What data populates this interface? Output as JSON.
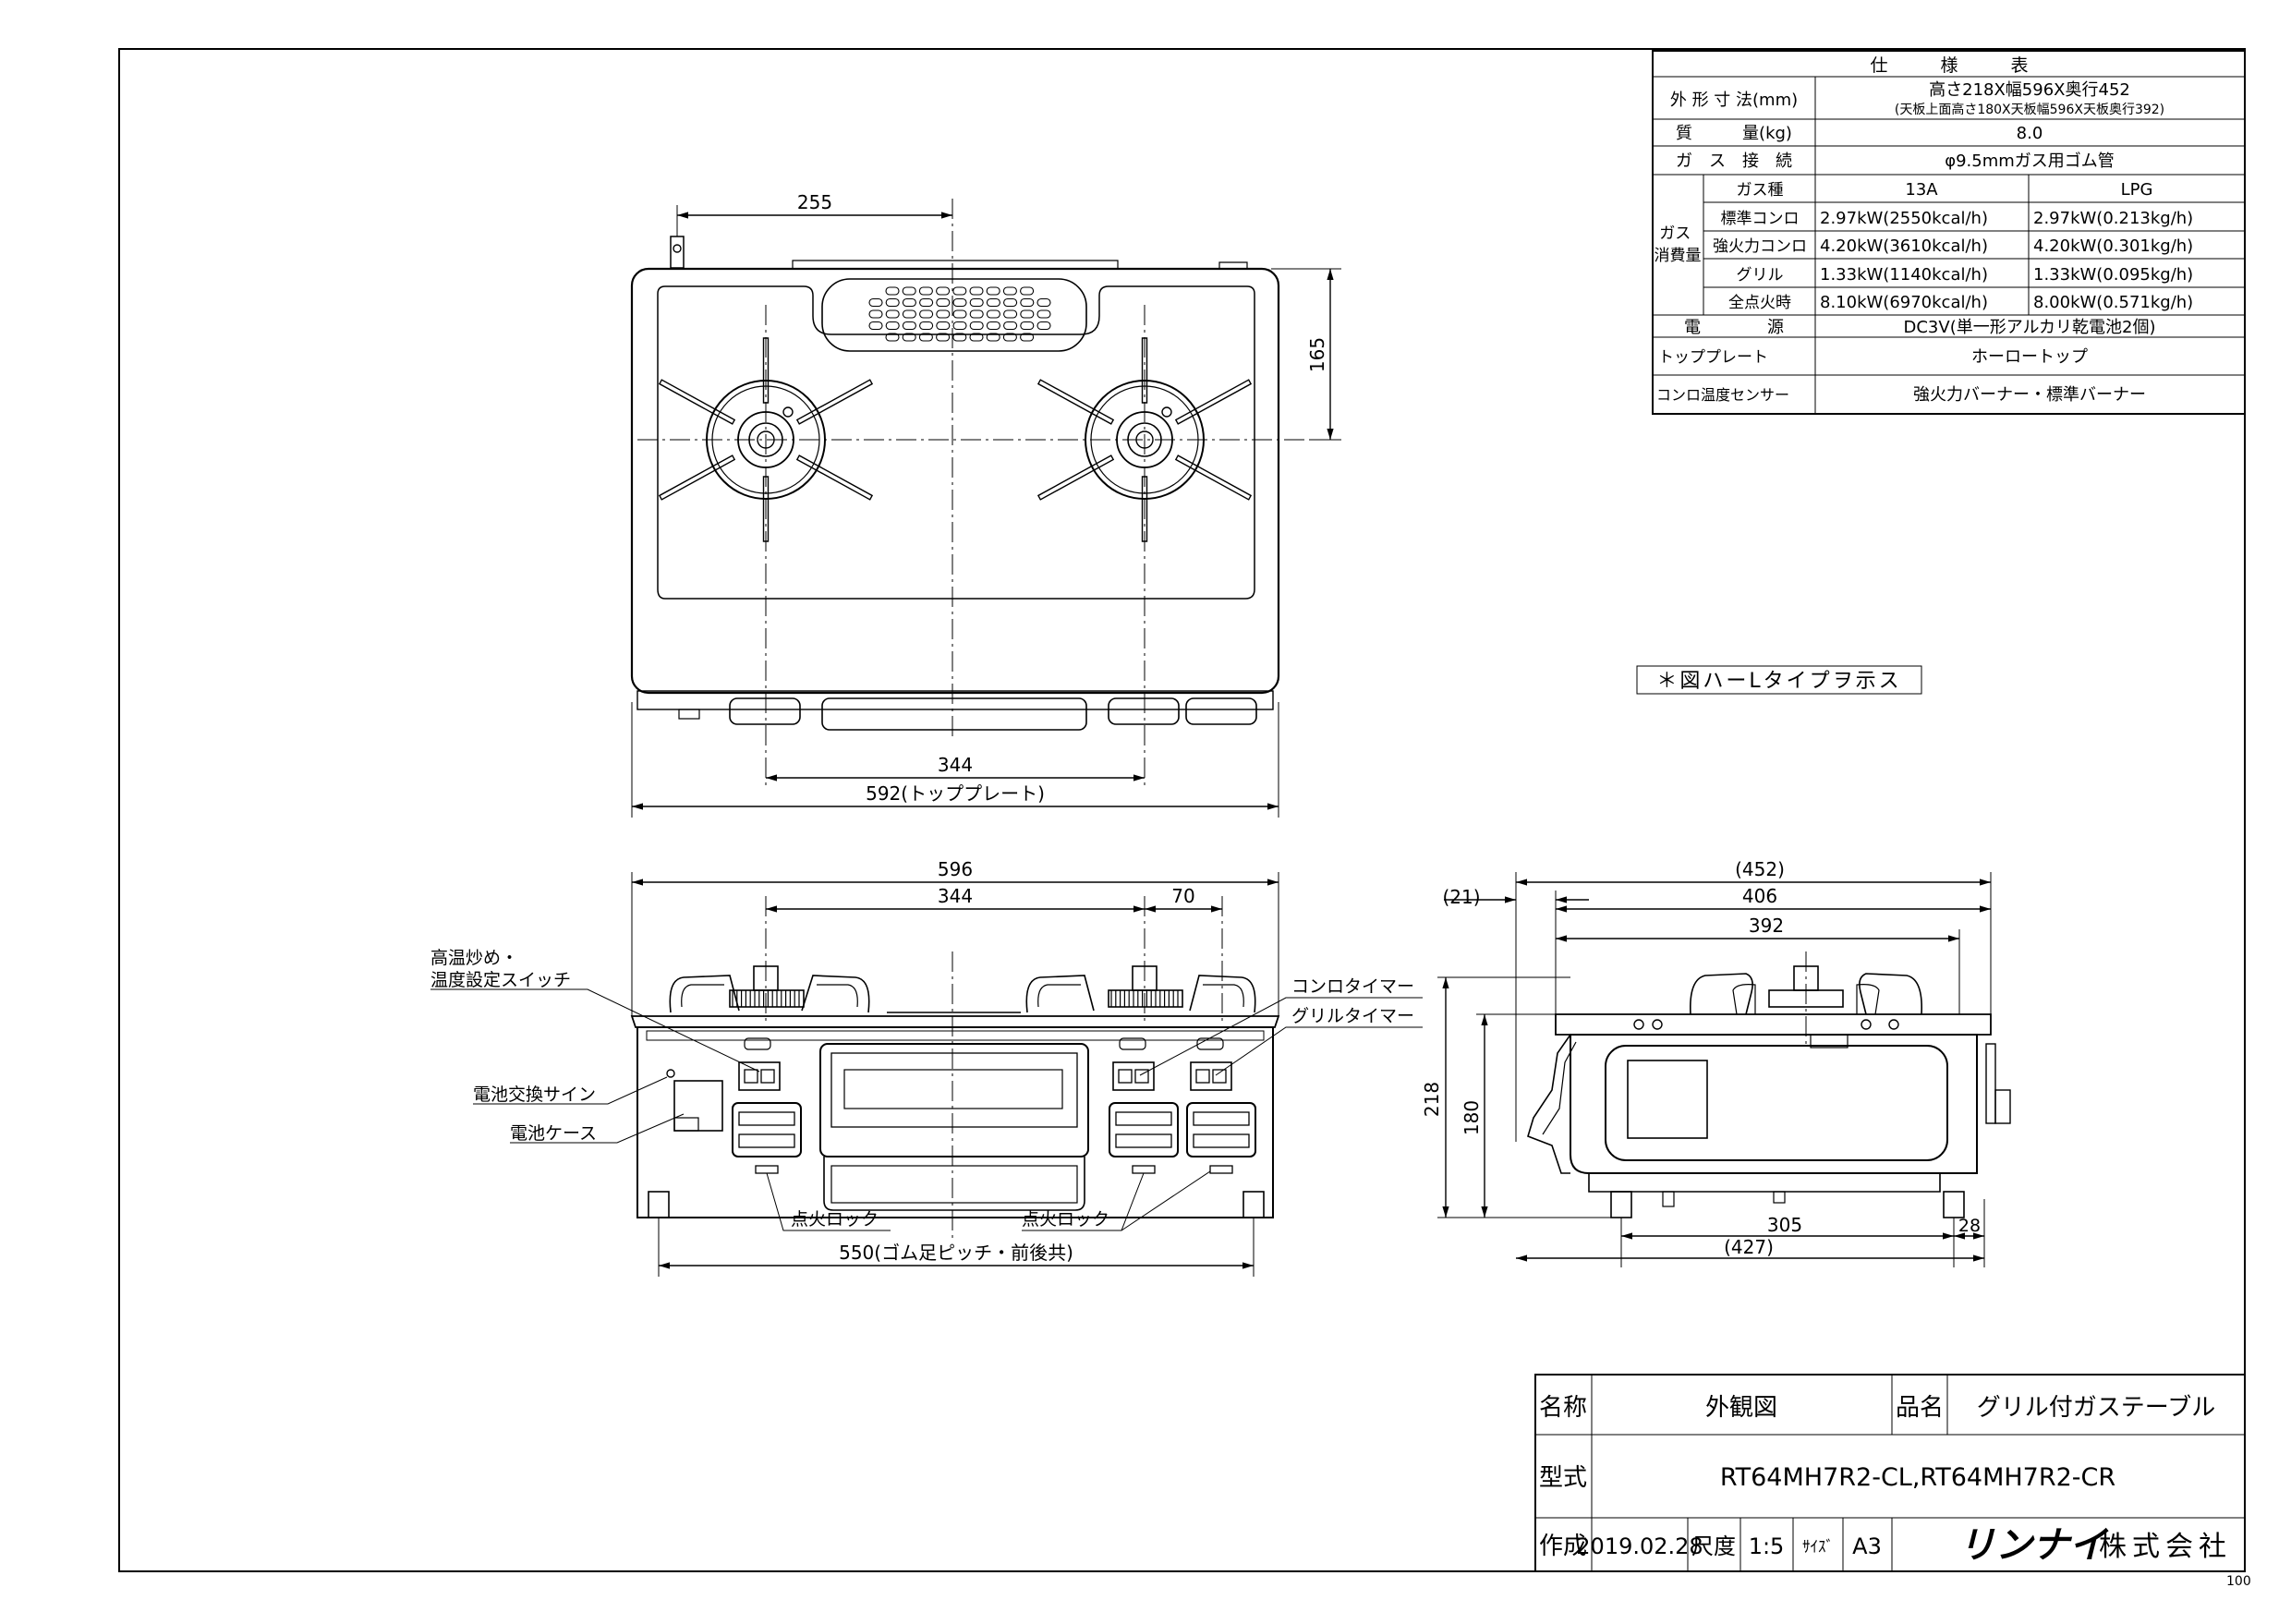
{
  "spec": {
    "title": "仕　　　様　　　表",
    "rows": [
      {
        "label": "外 形 寸 法(mm)",
        "value": "高さ218X幅596X奥行452",
        "sub": "(天板上面高さ180X天板幅596X天板奥行392)"
      },
      {
        "label": "質　　　量(kg)",
        "value": "8.0"
      },
      {
        "label": "ガ　ス　接　続",
        "value": "φ9.5mmガス用ゴム管"
      }
    ],
    "gas_group_label": "ガス消費量",
    "gas_header": {
      "name": "ガス種",
      "c1": "13A",
      "c2": "LPG"
    },
    "gas_rows": [
      {
        "name": "標準コンロ",
        "c1": "2.97kW(2550kcal/h)",
        "c2": "2.97kW(0.213kg/h)"
      },
      {
        "name": "強火力コンロ",
        "c1": "4.20kW(3610kcal/h)",
        "c2": "4.20kW(0.301kg/h)"
      },
      {
        "name": "グリル",
        "c1": "1.33kW(1140kcal/h)",
        "c2": "1.33kW(0.095kg/h)"
      },
      {
        "name": "全点火時",
        "c1": "8.10kW(6970kcal/h)",
        "c2": "8.00kW(0.571kg/h)"
      }
    ],
    "rows2": [
      {
        "label": "電　　　　源",
        "value": "DC3V(単一形アルカリ乾電池2個)"
      },
      {
        "label": "トッププレート",
        "value": "ホーロートップ"
      },
      {
        "label": "コンロ温度センサー",
        "value": "強火力バーナー・標準バーナー"
      }
    ]
  },
  "note": "＊図ハーLタイプヲ示ス",
  "dims": {
    "top_255": "255",
    "top_165": "165",
    "top_344": "344",
    "top_592": "592(トッププレート)",
    "front_596": "596",
    "front_344": "344",
    "front_70": "70",
    "front_550": "550(ゴム足ピッチ・前後共)",
    "side_452": "(452)",
    "side_21": "(21)",
    "side_406": "406",
    "side_392": "392",
    "side_218": "218",
    "side_180": "180",
    "side_305": "305",
    "side_28": "28",
    "side_427": "(427)"
  },
  "callouts": {
    "high_temp_1": "高温炒め・",
    "high_temp_2": "温度設定スイッチ",
    "battery_sign": "電池交換サイン",
    "battery_case": "電池ケース",
    "ignition_lock_left": "点火ロック",
    "ignition_lock_right": "点火ロック",
    "stove_timer": "コンロタイマー",
    "grill_timer": "グリルタイマー"
  },
  "title_block": {
    "name_label": "名称",
    "name_value": "外観図",
    "product_label": "品名",
    "product_value": "グリル付ガステーブル",
    "model_label": "型式",
    "model_value": "RT64MH7R2-CL,RT64MH7R2-CR",
    "made_label": "作成",
    "date": "2019.02.28",
    "scale_label": "尺度",
    "scale": "1:5",
    "size_label": "ｻｲｽﾞ",
    "size": "A3",
    "company": "リンナイ",
    "company_suffix": "株式会社"
  },
  "corner_number": "100"
}
